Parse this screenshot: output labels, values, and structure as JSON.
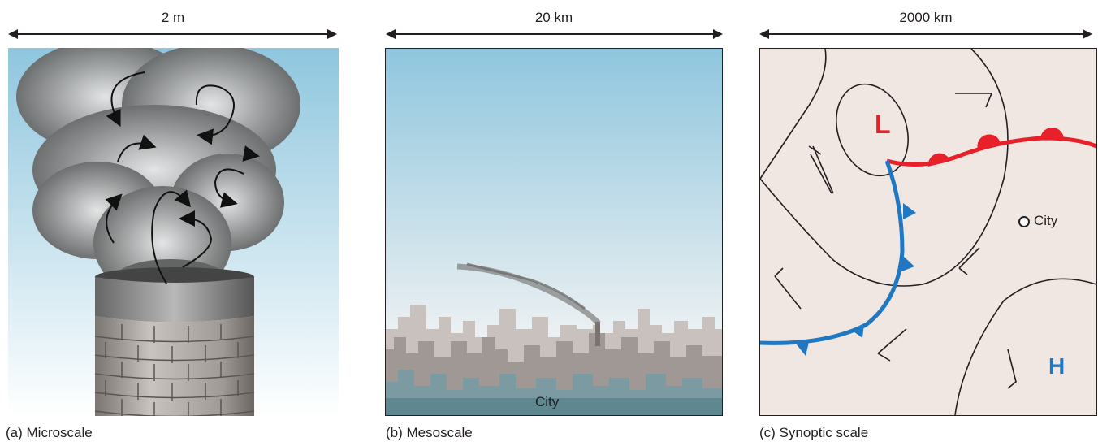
{
  "panels": [
    {
      "scale": "2 m",
      "caption": "(a) Microscale"
    },
    {
      "scale": "20 km",
      "caption": "(b) Mesoscale",
      "city_label": "City"
    },
    {
      "scale": "2000 km",
      "caption": "(c) Synoptic scale",
      "low_label": "L",
      "high_label": "H",
      "city_label": "City"
    }
  ],
  "colors": {
    "sky_top": "#8fc6de",
    "land": "#f1e7e2",
    "warm_front": "#e8202a",
    "cold_front": "#1f78c1",
    "brick": "#a8a29e"
  }
}
